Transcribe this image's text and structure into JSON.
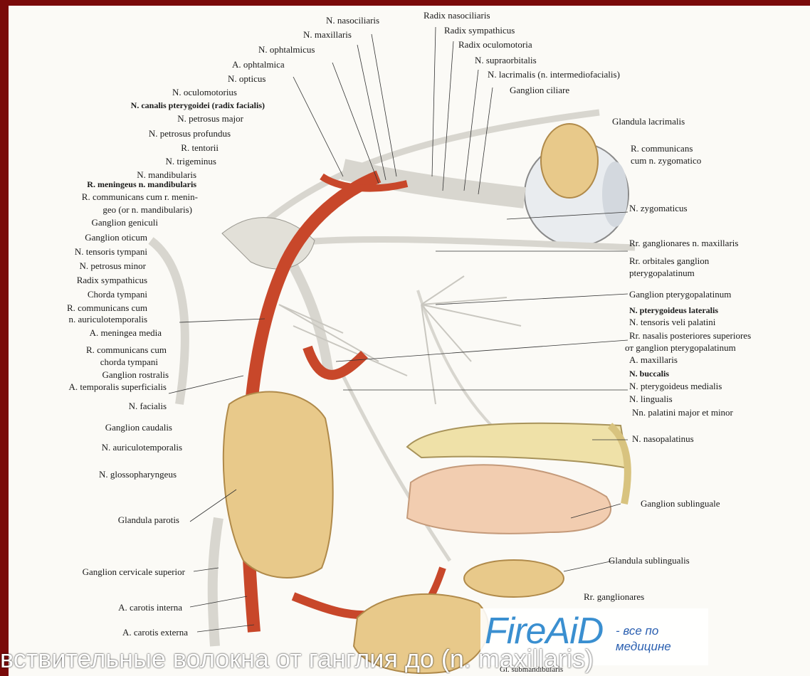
{
  "figure": {
    "labels_top": [
      "N. nasociliaris",
      "Radix nasociliaris",
      "N. maxillaris",
      "Radix sympathicus",
      "N. ophtalmicus",
      "Radix oculomotoria",
      "A. ophtalmica",
      "N. supraorbitalis",
      "N. opticus",
      "N. lacrimalis (n. intermediofacialis)",
      "N. oculomotorius",
      "Ganglion ciliare"
    ],
    "labels_left": [
      "N. canalis pterygoidei (radix facialis)",
      "N. petrosus major",
      "N. petrosus profundus",
      "R. tentorii",
      "N. trigeminus",
      "N. mandibularis",
      "R. meningeus n. mandibularis",
      "R. communicans cum r. menin-",
      "geo (or n. mandibularis)",
      "Ganglion geniculi",
      "Ganglion oticum",
      "N. tensoris tympani",
      "N. petrosus minor",
      "Radix sympathicus",
      "Chorda tympani",
      "R. communicans cum",
      "n. auriculotemporalis",
      "A. meningea media",
      "R. communicans cum",
      "chorda tympani",
      "Ganglion rostralis",
      "A. temporalis superficialis",
      "N. facialis",
      "Ganglion caudalis",
      "N. auriculotemporalis",
      "N. glossopharyngeus",
      "Glandula parotis",
      "Ganglion cervicale superior",
      "A. carotis interna",
      "A. carotis externa"
    ],
    "labels_right": [
      "Glandula lacrimalis",
      "R. communicans",
      "cum n. zygomatico",
      "N. zygomaticus",
      "Rr. ganglionares n. maxillaris",
      "Rr. orbitales ganglion",
      "pterygopalatinum",
      "Ganglion pterygopalatinum",
      "N. pterygoideus lateralis",
      "N. tensoris veli palatini",
      "Rr. nasalis posteriores superiores",
      "от ganglion pterygopalatinum",
      "A. maxillaris",
      "N. buccalis",
      "N. pterygoideus medialis",
      "N. lingualis",
      "Nn. palatini major et minor",
      "N. nasopalatinus",
      "Ganglion sublinguale",
      "Glandula sublingualis",
      "Rr. ganglionares"
    ],
    "label_bottom": "Gl. submandibularis"
  },
  "caption": "вствительные волокна от ганглия до (n. maxillaris)",
  "watermark": {
    "brand": "FireAiD",
    "tag_line1": "- все по",
    "tag_line2": "медицине"
  },
  "colors": {
    "frame": "#7a0a0a",
    "artery": "#c8472a",
    "nerve": "#d8d6cf",
    "gland": "#e8c98a"
  }
}
